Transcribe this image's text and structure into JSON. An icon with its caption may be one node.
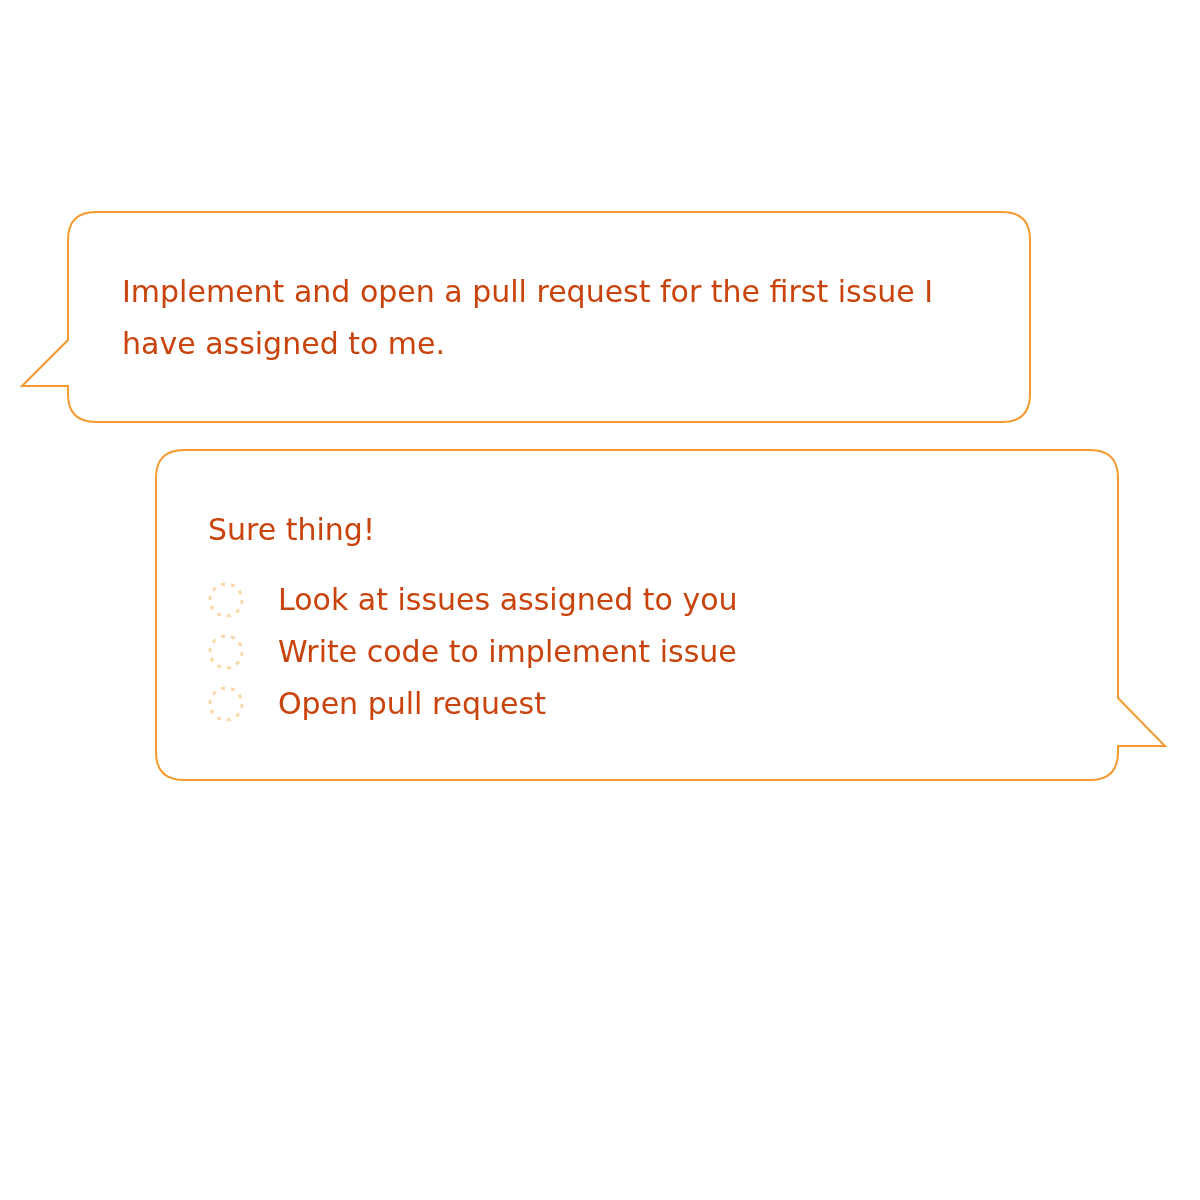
{
  "diagram": {
    "nodes": [
      {
        "text": [
          "Implement and open a pull request for the first issue I have assigned to me."
        ]
      },
      {
        "text": [
          "Sure thing!",
          "Look at issues assigned to you",
          "Write code to implement issue",
          "Open pull request"
        ]
      }
    ]
  }
}
